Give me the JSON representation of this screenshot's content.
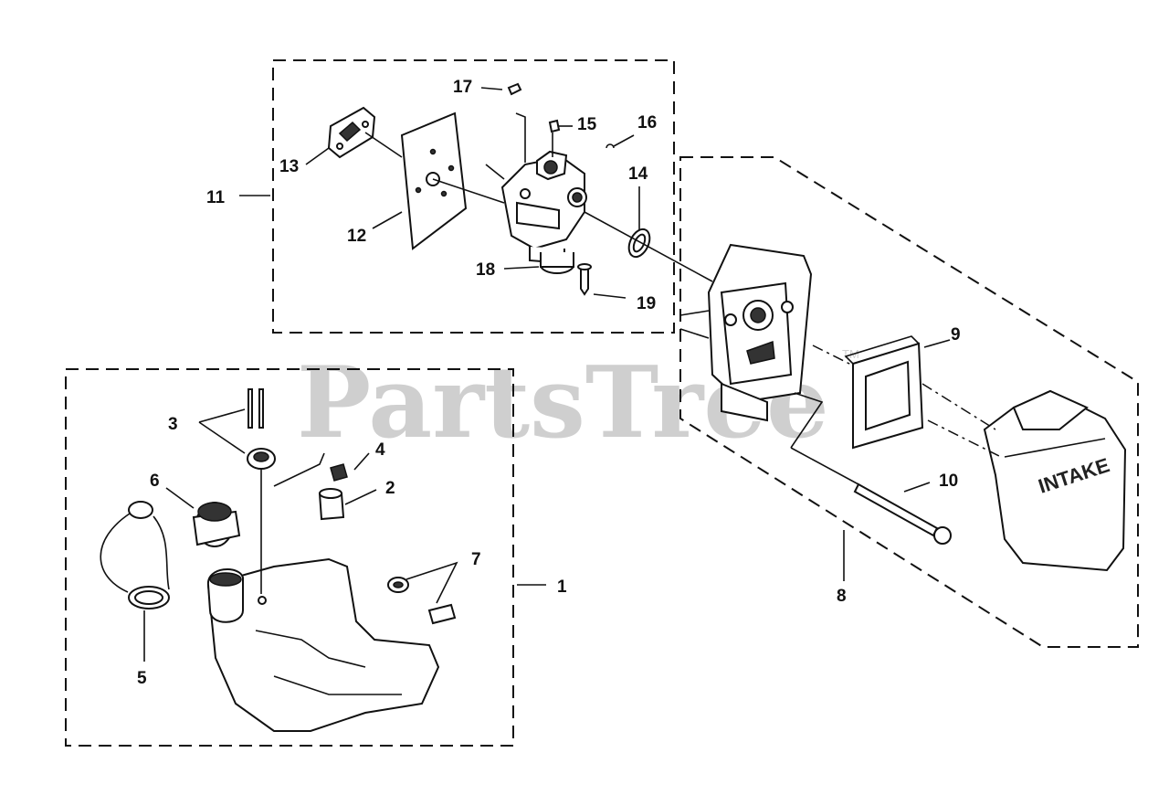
{
  "watermark": {
    "text": "PartsTree",
    "trademark": "TM"
  },
  "intake_label": "INTAKE",
  "callouts": {
    "c1": "1",
    "c2": "2",
    "c3": "3",
    "c4": "4",
    "c5": "5",
    "c6": "6",
    "c7": "7",
    "c8": "8",
    "c9": "9",
    "c10": "10",
    "c11": "11",
    "c12": "12",
    "c13": "13",
    "c14": "14",
    "c15": "15",
    "c16": "16",
    "c17": "17",
    "c18": "18",
    "c19": "19"
  }
}
